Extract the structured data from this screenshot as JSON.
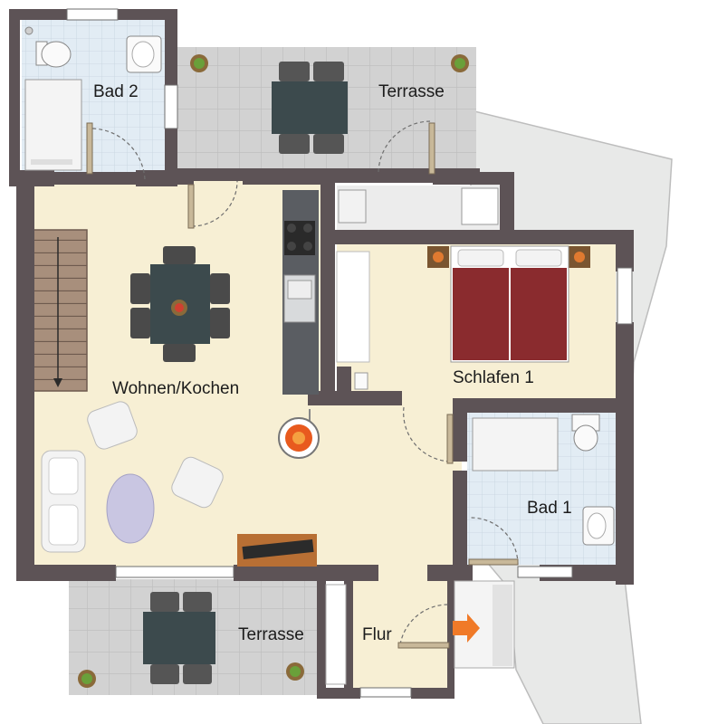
{
  "floorplan": {
    "rooms": [
      {
        "id": "bad2",
        "label": "Bad 2"
      },
      {
        "id": "terrasse_top",
        "label": "Terrasse"
      },
      {
        "id": "wohnen",
        "label": "Wohnen/Kochen"
      },
      {
        "id": "schlafen",
        "label": "Schlafen 1"
      },
      {
        "id": "bad1",
        "label": "Bad 1"
      },
      {
        "id": "terrasse_bottom",
        "label": "Terrasse"
      },
      {
        "id": "flur",
        "label": "Flur"
      }
    ],
    "entrance_marker": "arrow-right-icon",
    "colors": {
      "wall": "#5d5356",
      "floor": "#f7efd4",
      "tile": "#d9dbd9",
      "bath_tile": "#dde9f3",
      "terrace_tile": "#cfcfcf",
      "outer_ground": "#e7e8e7",
      "bed": "#8a2b2e",
      "table": "#3c4a4d",
      "stove": "#e85a1e",
      "arrow": "#f07a28"
    }
  }
}
